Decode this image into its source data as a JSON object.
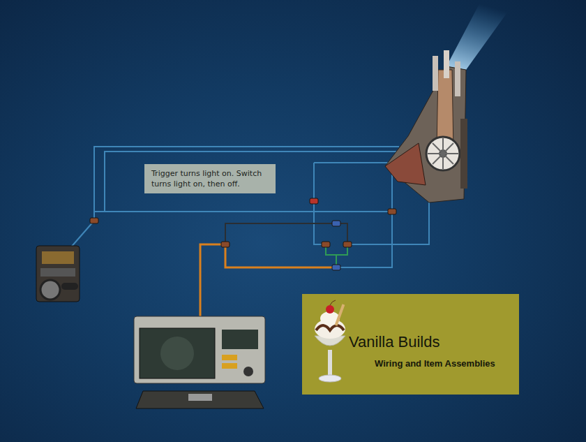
{
  "diagram": {
    "nodes": [
      {
        "text": [
          "Trigger turns light on. Switch turns light on, then off."
        ]
      },
      {
        "text": [
          "Vanilla Builds",
          "Wiring and Item Assemblies"
        ]
      }
    ]
  }
}
